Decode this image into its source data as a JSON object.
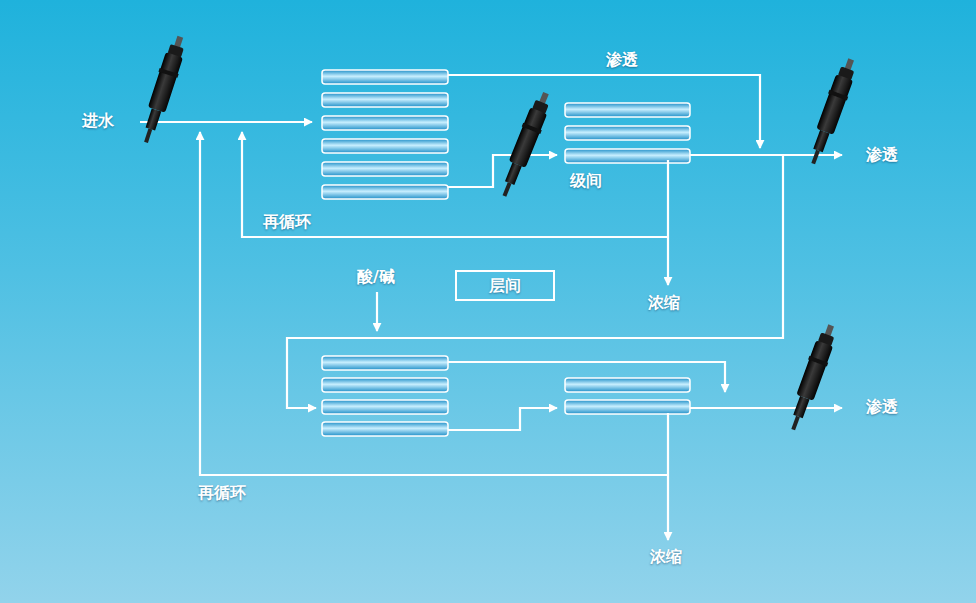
{
  "diagram": {
    "nodes": [
      {
        "text": [
          "层间"
        ]
      }
    ],
    "labels": [
      "进水",
      "渗透",
      "级间",
      "再循环",
      "酸/碱",
      "浓缩",
      "渗透",
      "渗透",
      "再循环",
      "浓缩"
    ]
  }
}
